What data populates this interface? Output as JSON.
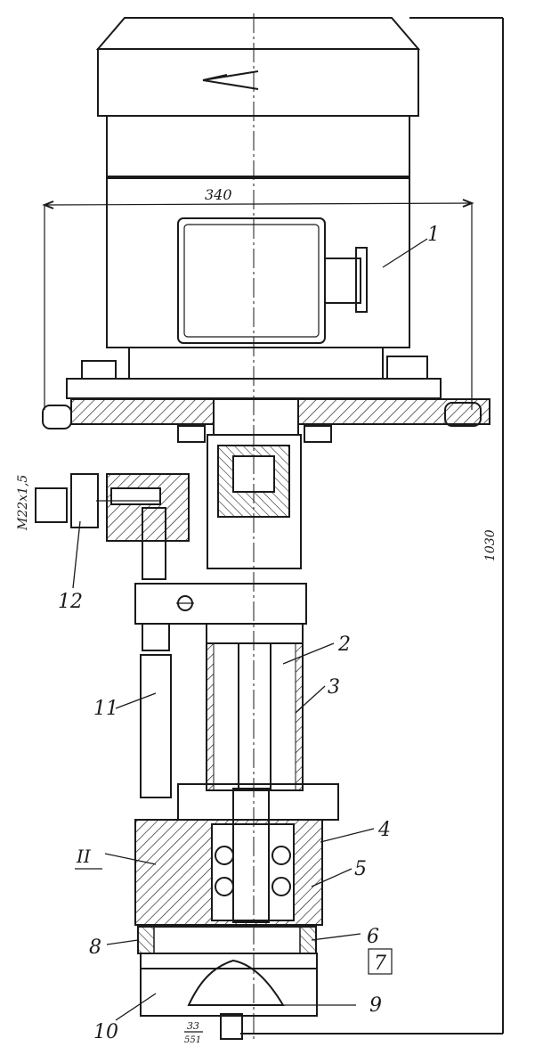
{
  "drawing": {
    "dimensions": {
      "width": "340",
      "height": "1030",
      "thread": "M22x1,5",
      "bolt": "33",
      "bolt_sub": "551"
    },
    "callouts": [
      "1",
      "2",
      "3",
      "4",
      "5",
      "6",
      "7",
      "8",
      "9",
      "10",
      "11",
      "12"
    ],
    "section_mark": "II",
    "colors": {
      "ink": "#1a1a1a",
      "paper": "#ffffff"
    }
  }
}
